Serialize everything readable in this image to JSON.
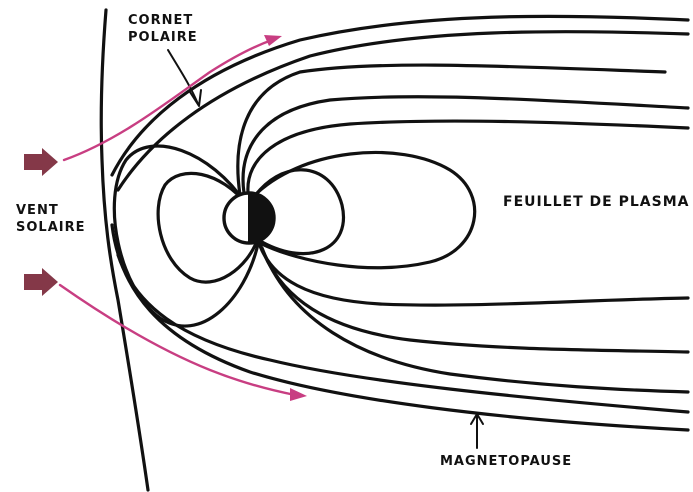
{
  "labels": {
    "cornet_line1": "CORNET",
    "cornet_line2": "POLAIRE",
    "vent_line1": "VENT",
    "vent_line2": "SOLAIRE",
    "feuillet": "FEUILLET DE PLASMA",
    "magnetopause": "MAGNETOPAUSE"
  },
  "colors": {
    "ink": "#111111",
    "solar_wind": "#c83e82",
    "solar_wind_arrow": "#843848"
  }
}
